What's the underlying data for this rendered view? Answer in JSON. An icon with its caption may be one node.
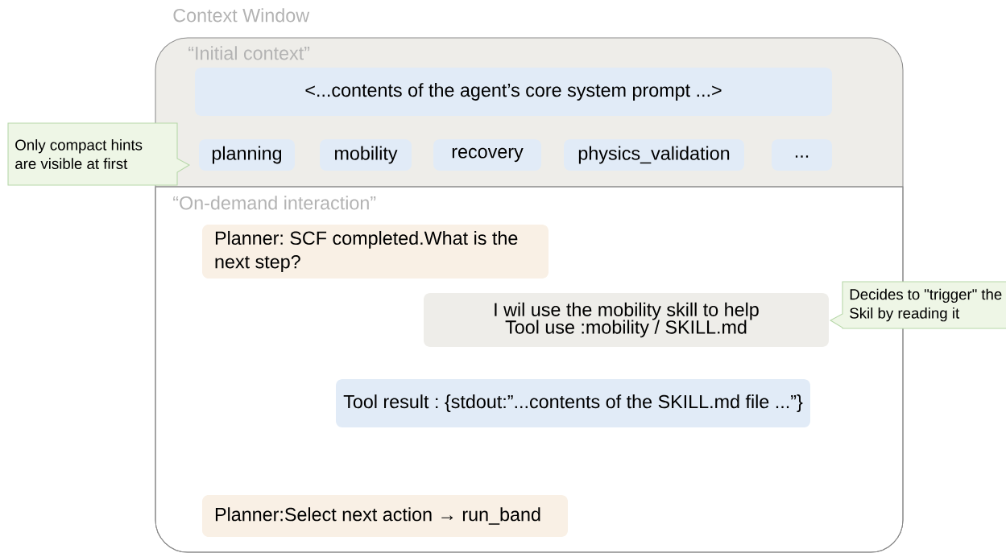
{
  "diagram": {
    "nodes": [
      {
        "text": [
          "Context Window"
        ]
      },
      {
        "text": [
          "“Initial context”"
        ],
        "in": 0
      },
      {
        "text": [
          "<...contents of the agent’s core system prompt ...>"
        ],
        "in": 1
      },
      {
        "text": [
          "planning"
        ],
        "in": 1
      },
      {
        "text": [
          "mobility"
        ],
        "in": 1
      },
      {
        "text": [
          "recovery"
        ],
        "in": 1
      },
      {
        "text": [
          "physics_validation"
        ],
        "in": 1
      },
      {
        "text": [
          "..."
        ],
        "in": 1
      },
      {
        "text": [
          "“On-demand interaction”"
        ],
        "in": 0
      },
      {
        "text": [
          "Planner: SCF completed.What is the next step?"
        ],
        "in": 8
      },
      {
        "text": [
          "I wil use the mobility skill to help",
          "Tool use :mobility / SKILL.md"
        ],
        "in": 8
      },
      {
        "text": [
          "Tool result : {stdout:”...contents of the SKILL.md file ...”}"
        ],
        "in": 8
      },
      {
        "text": [
          "Planner:Select next action → run_band"
        ],
        "in": 8
      },
      {
        "text": [
          "Only compact hints are visible at first"
        ]
      },
      {
        "text": [
          "Decides to \"trigger\" the Skil by reading it"
        ]
      }
    ]
  }
}
